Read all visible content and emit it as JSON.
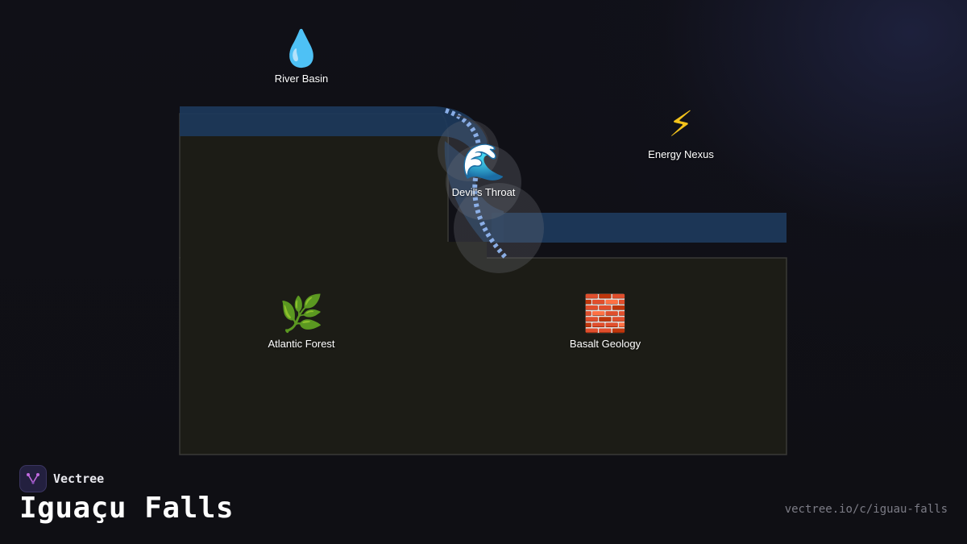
{
  "brand": {
    "name": "Vectree",
    "logo_icon": "vectree-logo-icon"
  },
  "title": "Iguaçu Falls",
  "url": "vectree.io/c/iguau-falls",
  "nodes": [
    {
      "id": "river-basin",
      "label": "River Basin",
      "glyph": "💧",
      "icon": "water-drop-icon"
    },
    {
      "id": "energy-nexus",
      "label": "Energy Nexus",
      "glyph": "⚡",
      "icon": "lightning-bolt-icon"
    },
    {
      "id": "devils-throat",
      "label": "Devil's Throat",
      "glyph": "🌊",
      "icon": "wave-icon"
    },
    {
      "id": "atlantic-forest",
      "label": "Atlantic Forest",
      "glyph": "🌿",
      "icon": "herb-icon"
    },
    {
      "id": "basalt-geology",
      "label": "Basalt Geology",
      "glyph": "🧱",
      "icon": "brick-icon"
    }
  ],
  "colors": {
    "background": "#0f0f14",
    "terrain": "#1c1c16",
    "terrain_edge": "#3a3a36",
    "river": "#1d3a5c",
    "cascade": "#8fb4ee",
    "mist": "#6e7078",
    "label": "#ffffff",
    "url": "#7c7c86",
    "brand_accent": "#c06adf"
  }
}
